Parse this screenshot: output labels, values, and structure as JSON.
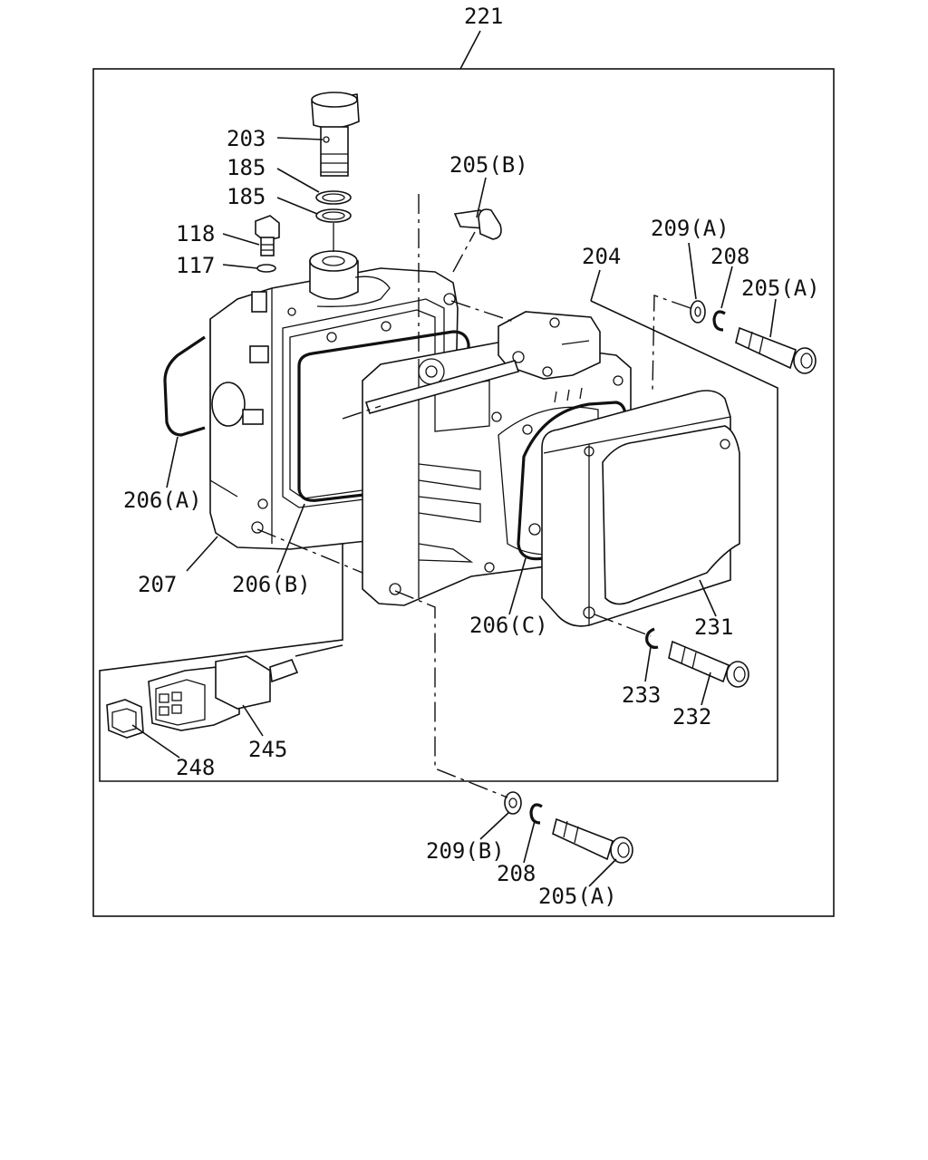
{
  "assembly_label": "221",
  "labels": {
    "p203": "203",
    "p185a": "185",
    "p185b": "185",
    "p118": "118",
    "p117": "117",
    "p205b": "205(B)",
    "p204": "204",
    "p209a": "209(A)",
    "p208a": "208",
    "p205a_top": "205(A)",
    "p206a": "206(A)",
    "p207": "207",
    "p206b": "206(B)",
    "p206c": "206(C)",
    "p231": "231",
    "p233": "233",
    "p232": "232",
    "p245": "245",
    "p248": "248",
    "p209b": "209(B)",
    "p208b": "208",
    "p205a_bottom": "205(A)"
  }
}
